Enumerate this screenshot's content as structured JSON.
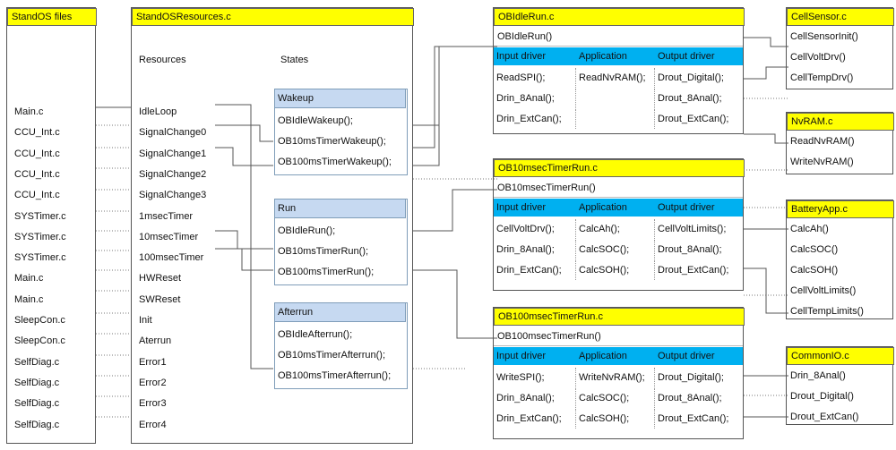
{
  "files": {
    "title": "StandOS files",
    "items": [
      "Main.c",
      "CCU_Int.c",
      "CCU_Int.c",
      "CCU_Int.c",
      "CCU_Int.c",
      "SYSTimer.c",
      "SYSTimer.c",
      "SYSTimer.c",
      "Main.c",
      "Main.c",
      "SleepCon.c",
      "SleepCon.c",
      "SelfDiag.c",
      "SelfDiag.c",
      "SelfDiag.c",
      "SelfDiag.c"
    ]
  },
  "resources": {
    "title": "StandOSResources.c",
    "resources_label": "Resources",
    "states_label": "States",
    "items": [
      "IdleLoop",
      "SignalChange0",
      "SignalChange1",
      "SignalChange2",
      "SignalChange3",
      "1msecTimer",
      "10msecTimer",
      "100msecTimer",
      "HWReset",
      "SWReset",
      "Init",
      "Aterrun",
      "Error1",
      "Error2",
      "Error3",
      "Error4"
    ],
    "groups": [
      {
        "name": "Wakeup",
        "items": [
          "OBIdleWakeup();",
          "OB10msTimerWakeup();",
          "OB100msTimerWakeup();"
        ]
      },
      {
        "name": "Run",
        "items": [
          "OBIdleRun();",
          "OB10msTimerRun();",
          "OB100msTimerRun();"
        ]
      },
      {
        "name": "Afterrun",
        "items": [
          "OBIdleAfterrun();",
          "OB10msTimerAfterrun();",
          "OB100msTimerAfterrun();"
        ]
      }
    ]
  },
  "runs": [
    {
      "title": "OBIdleRun.c",
      "func": "OBIdleRun()",
      "headers": [
        "Input driver",
        "Application",
        "Output driver"
      ],
      "rows": [
        [
          "ReadSPI();",
          "ReadNvRAM();",
          "Drout_Digital();"
        ],
        [
          "Drin_8Anal();",
          "",
          "Drout_8Anal();"
        ],
        [
          "Drin_ExtCan();",
          "",
          "Drout_ExtCan();"
        ]
      ]
    },
    {
      "title": "OB10msecTimerRun.c",
      "func": "OB10msecTimerRun()",
      "headers": [
        "Input driver",
        "Application",
        "Output driver"
      ],
      "rows": [
        [
          "CellVoltDrv();",
          "CalcAh();",
          "CellVoltLimits();"
        ],
        [
          "Drin_8Anal();",
          "CalcSOC();",
          "Drout_8Anal();"
        ],
        [
          "Drin_ExtCan();",
          "CalcSOH();",
          "Drout_ExtCan();"
        ]
      ]
    },
    {
      "title": "OB100msecTimerRun.c",
      "func": "OB100msecTimerRun()",
      "headers": [
        "Input driver",
        "Application",
        "Output driver"
      ],
      "rows": [
        [
          "WriteSPI();",
          "WriteNvRAM();",
          "Drout_Digital();"
        ],
        [
          "Drin_8Anal();",
          "CalcSOC();",
          "Drout_8Anal();"
        ],
        [
          "Drin_ExtCan();",
          "CalcSOH();",
          "Drout_ExtCan();"
        ]
      ]
    }
  ],
  "modules": [
    {
      "title": "CellSensor.c",
      "items": [
        "CellSensorInit()",
        "CellVoltDrv()",
        "CellTempDrv()"
      ]
    },
    {
      "title": "NvRAM.c",
      "items": [
        "ReadNvRAM()",
        "WriteNvRAM()"
      ]
    },
    {
      "title": "BatteryApp.c",
      "items": [
        "CalcAh()",
        "CalcSOC()",
        "CalcSOH()",
        "CellVoltLimits()",
        "CellTempLimits()"
      ]
    },
    {
      "title": "CommonIO.c",
      "items": [
        "Drin_8Anal()",
        "Drout_Digital()",
        "Drout_ExtCan()"
      ]
    }
  ]
}
